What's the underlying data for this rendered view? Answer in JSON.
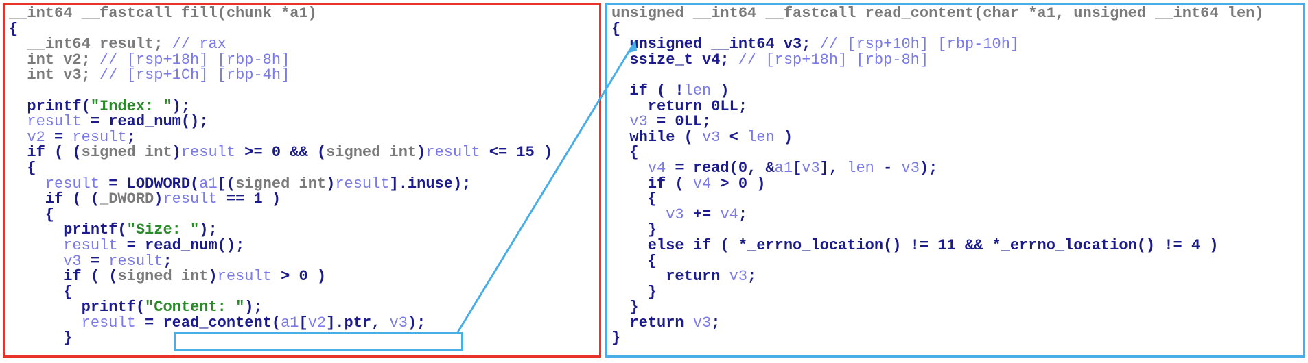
{
  "colors": {
    "left_border": "#e8332a",
    "right_border": "#4aaee6",
    "keyword": "#1b1b8c",
    "variable": "#7b7be8",
    "string": "#2a8a2a",
    "type_gray": "#7a7a7a"
  },
  "left_code": {
    "lines": [
      [
        {
          "t": "__int64 __fastcall fill(chunk *a1)",
          "c": "gray"
        }
      ],
      [
        {
          "t": "{",
          "c": "plain"
        }
      ],
      [
        {
          "t": "  __int64 result; ",
          "c": "gray"
        },
        {
          "t": "// rax",
          "c": "com"
        }
      ],
      [
        {
          "t": "  int v2; ",
          "c": "gray"
        },
        {
          "t": "// [rsp+18h] [rbp-8h]",
          "c": "com"
        }
      ],
      [
        {
          "t": "  int v3; ",
          "c": "gray"
        },
        {
          "t": "// [rsp+1Ch] [rbp-4h]",
          "c": "com"
        }
      ],
      [
        {
          "t": "",
          "c": "plain"
        }
      ],
      [
        {
          "t": "  printf(",
          "c": "fn"
        },
        {
          "t": "\"Index: \"",
          "c": "str"
        },
        {
          "t": ");",
          "c": "plain"
        }
      ],
      [
        {
          "t": "  ",
          "c": "plain"
        },
        {
          "t": "result",
          "c": "var"
        },
        {
          "t": " = read_num();",
          "c": "plain"
        }
      ],
      [
        {
          "t": "  ",
          "c": "plain"
        },
        {
          "t": "v2",
          "c": "var"
        },
        {
          "t": " = ",
          "c": "plain"
        },
        {
          "t": "result",
          "c": "var"
        },
        {
          "t": ";",
          "c": "plain"
        }
      ],
      [
        {
          "t": "  if ( (",
          "c": "plain"
        },
        {
          "t": "signed int",
          "c": "gray"
        },
        {
          "t": ")",
          "c": "plain"
        },
        {
          "t": "result",
          "c": "var"
        },
        {
          "t": " >= 0 && (",
          "c": "plain"
        },
        {
          "t": "signed int",
          "c": "gray"
        },
        {
          "t": ")",
          "c": "plain"
        },
        {
          "t": "result",
          "c": "var"
        },
        {
          "t": " <= 15 )",
          "c": "plain"
        }
      ],
      [
        {
          "t": "  {",
          "c": "plain"
        }
      ],
      [
        {
          "t": "    ",
          "c": "plain"
        },
        {
          "t": "result",
          "c": "var"
        },
        {
          "t": " = LODWORD(",
          "c": "plain"
        },
        {
          "t": "a1",
          "c": "var"
        },
        {
          "t": "[(",
          "c": "plain"
        },
        {
          "t": "signed int",
          "c": "gray"
        },
        {
          "t": ")",
          "c": "plain"
        },
        {
          "t": "result",
          "c": "var"
        },
        {
          "t": "].inuse);",
          "c": "plain"
        }
      ],
      [
        {
          "t": "    if ( (",
          "c": "plain"
        },
        {
          "t": "_DWORD",
          "c": "gray"
        },
        {
          "t": ")",
          "c": "plain"
        },
        {
          "t": "result",
          "c": "var"
        },
        {
          "t": " == 1 )",
          "c": "plain"
        }
      ],
      [
        {
          "t": "    {",
          "c": "plain"
        }
      ],
      [
        {
          "t": "      printf(",
          "c": "fn"
        },
        {
          "t": "\"Size: \"",
          "c": "str"
        },
        {
          "t": ");",
          "c": "plain"
        }
      ],
      [
        {
          "t": "      ",
          "c": "plain"
        },
        {
          "t": "result",
          "c": "var"
        },
        {
          "t": " = read_num();",
          "c": "plain"
        }
      ],
      [
        {
          "t": "      ",
          "c": "plain"
        },
        {
          "t": "v3",
          "c": "var"
        },
        {
          "t": " = ",
          "c": "plain"
        },
        {
          "t": "result",
          "c": "var"
        },
        {
          "t": ";",
          "c": "plain"
        }
      ],
      [
        {
          "t": "      if ( (",
          "c": "plain"
        },
        {
          "t": "signed int",
          "c": "gray"
        },
        {
          "t": ")",
          "c": "plain"
        },
        {
          "t": "result",
          "c": "var"
        },
        {
          "t": " > 0 )",
          "c": "plain"
        }
      ],
      [
        {
          "t": "      {",
          "c": "plain"
        }
      ],
      [
        {
          "t": "        printf(",
          "c": "fn"
        },
        {
          "t": "\"Content: \"",
          "c": "str"
        },
        {
          "t": ");",
          "c": "plain"
        }
      ],
      [
        {
          "t": "        ",
          "c": "plain"
        },
        {
          "t": "result",
          "c": "var"
        },
        {
          "t": " = read_content(",
          "c": "plain"
        },
        {
          "t": "a1",
          "c": "var"
        },
        {
          "t": "[",
          "c": "plain"
        },
        {
          "t": "v2",
          "c": "var"
        },
        {
          "t": "].ptr, ",
          "c": "plain"
        },
        {
          "t": "v3",
          "c": "var"
        },
        {
          "t": ");",
          "c": "plain"
        }
      ],
      [
        {
          "t": "      }",
          "c": "plain"
        }
      ]
    ]
  },
  "right_code": {
    "lines": [
      [
        {
          "t": "unsigned __int64 __fastcall read_content(char *a1, unsigned __int64 len)",
          "c": "gray"
        }
      ],
      [
        {
          "t": "{",
          "c": "plain"
        }
      ],
      [
        {
          "t": "  unsigned __int64 v3; ",
          "c": "plain"
        },
        {
          "t": "// [rsp+10h] [rbp-10h]",
          "c": "com"
        }
      ],
      [
        {
          "t": "  ssize_t v4; ",
          "c": "plain"
        },
        {
          "t": "// [rsp+18h] [rbp-8h]",
          "c": "com"
        }
      ],
      [
        {
          "t": "",
          "c": "plain"
        }
      ],
      [
        {
          "t": "  if ( !",
          "c": "plain"
        },
        {
          "t": "len",
          "c": "var"
        },
        {
          "t": " )",
          "c": "plain"
        }
      ],
      [
        {
          "t": "    return 0LL;",
          "c": "plain"
        }
      ],
      [
        {
          "t": "  ",
          "c": "plain"
        },
        {
          "t": "v3",
          "c": "var"
        },
        {
          "t": " = 0LL;",
          "c": "plain"
        }
      ],
      [
        {
          "t": "  while ( ",
          "c": "plain"
        },
        {
          "t": "v3",
          "c": "var"
        },
        {
          "t": " < ",
          "c": "plain"
        },
        {
          "t": "len",
          "c": "var"
        },
        {
          "t": " )",
          "c": "plain"
        }
      ],
      [
        {
          "t": "  {",
          "c": "plain"
        }
      ],
      [
        {
          "t": "    ",
          "c": "plain"
        },
        {
          "t": "v4",
          "c": "var"
        },
        {
          "t": " = read(0, &",
          "c": "plain"
        },
        {
          "t": "a1",
          "c": "var"
        },
        {
          "t": "[",
          "c": "plain"
        },
        {
          "t": "v3",
          "c": "var"
        },
        {
          "t": "], ",
          "c": "plain"
        },
        {
          "t": "len",
          "c": "var"
        },
        {
          "t": " - ",
          "c": "plain"
        },
        {
          "t": "v3",
          "c": "var"
        },
        {
          "t": ");",
          "c": "plain"
        }
      ],
      [
        {
          "t": "    if ( ",
          "c": "plain"
        },
        {
          "t": "v4",
          "c": "var"
        },
        {
          "t": " > 0 )",
          "c": "plain"
        }
      ],
      [
        {
          "t": "    {",
          "c": "plain"
        }
      ],
      [
        {
          "t": "      ",
          "c": "plain"
        },
        {
          "t": "v3",
          "c": "var"
        },
        {
          "t": " += ",
          "c": "plain"
        },
        {
          "t": "v4",
          "c": "var"
        },
        {
          "t": ";",
          "c": "plain"
        }
      ],
      [
        {
          "t": "    }",
          "c": "plain"
        }
      ],
      [
        {
          "t": "    else if ( *_errno_location() != 11 && *_errno_location() != 4 )",
          "c": "plain"
        }
      ],
      [
        {
          "t": "    {",
          "c": "plain"
        }
      ],
      [
        {
          "t": "      return ",
          "c": "plain"
        },
        {
          "t": "v3",
          "c": "var"
        },
        {
          "t": ";",
          "c": "plain"
        }
      ],
      [
        {
          "t": "    }",
          "c": "plain"
        }
      ],
      [
        {
          "t": "  }",
          "c": "plain"
        }
      ],
      [
        {
          "t": "  return ",
          "c": "plain"
        },
        {
          "t": "v3",
          "c": "var"
        },
        {
          "t": ";",
          "c": "plain"
        }
      ],
      [
        {
          "t": "}",
          "c": "plain"
        }
      ]
    ]
  }
}
